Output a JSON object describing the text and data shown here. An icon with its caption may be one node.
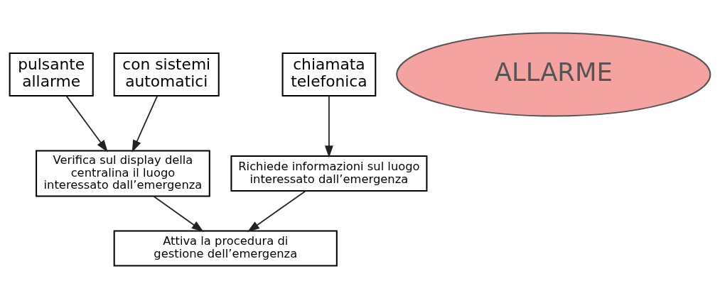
{
  "diagram": {
    "nodes": [
      {
        "text": [
          "ALLARME"
        ]
      },
      {
        "text": [
          "pulsante allarme"
        ]
      },
      {
        "text": [
          "con sistemi automatici"
        ]
      },
      {
        "text": [
          "chiamata telefonica"
        ]
      },
      {
        "text": [
          "Verifica sul display della centralina il luogo interessato dall’emergenza"
        ]
      },
      {
        "text": [
          "Richiede informazioni sul luogo interessato dall’emergenza"
        ]
      },
      {
        "text": [
          "Attiva la procedura di gestione dell’emergenza"
        ]
      }
    ],
    "edges": [
      {
        "from": 1,
        "to": 4,
        "arrow": "to"
      },
      {
        "from": 2,
        "to": 4,
        "arrow": "to"
      },
      {
        "from": 3,
        "to": 5,
        "arrow": "to"
      },
      {
        "from": 4,
        "to": 6,
        "arrow": "to"
      },
      {
        "from": 5,
        "to": 6,
        "arrow": "to"
      }
    ]
  }
}
